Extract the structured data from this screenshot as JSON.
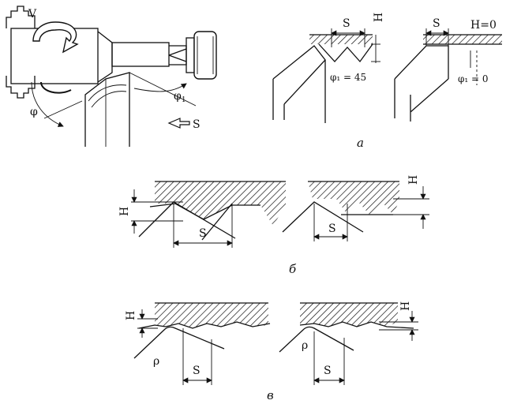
{
  "panel_lathe": {
    "label_v": "V",
    "label_phi": "φ",
    "label_phi1": "φ",
    "label_phi1_sub": "1",
    "label_s": "S"
  },
  "panel_a": {
    "caption": "а",
    "left": {
      "s_label": "S",
      "h_label": "H",
      "phi1_text": "φ₁ = 45"
    },
    "right": {
      "s_label": "S",
      "h_label": "H=0",
      "phi1_text": "φ₁ = 0"
    }
  },
  "panel_b": {
    "caption": "б",
    "left": {
      "h_label": "H",
      "s_label": "S"
    },
    "right": {
      "h_label": "H",
      "s_label": "S"
    }
  },
  "panel_v": {
    "caption": "в",
    "left": {
      "h_label": "H",
      "rho_label": "ρ",
      "s_label": "S"
    },
    "right": {
      "h_label": "H",
      "rho_label": "ρ",
      "s_label": "S"
    }
  },
  "colors": {
    "ink": "#111111",
    "background": "#ffffff"
  }
}
